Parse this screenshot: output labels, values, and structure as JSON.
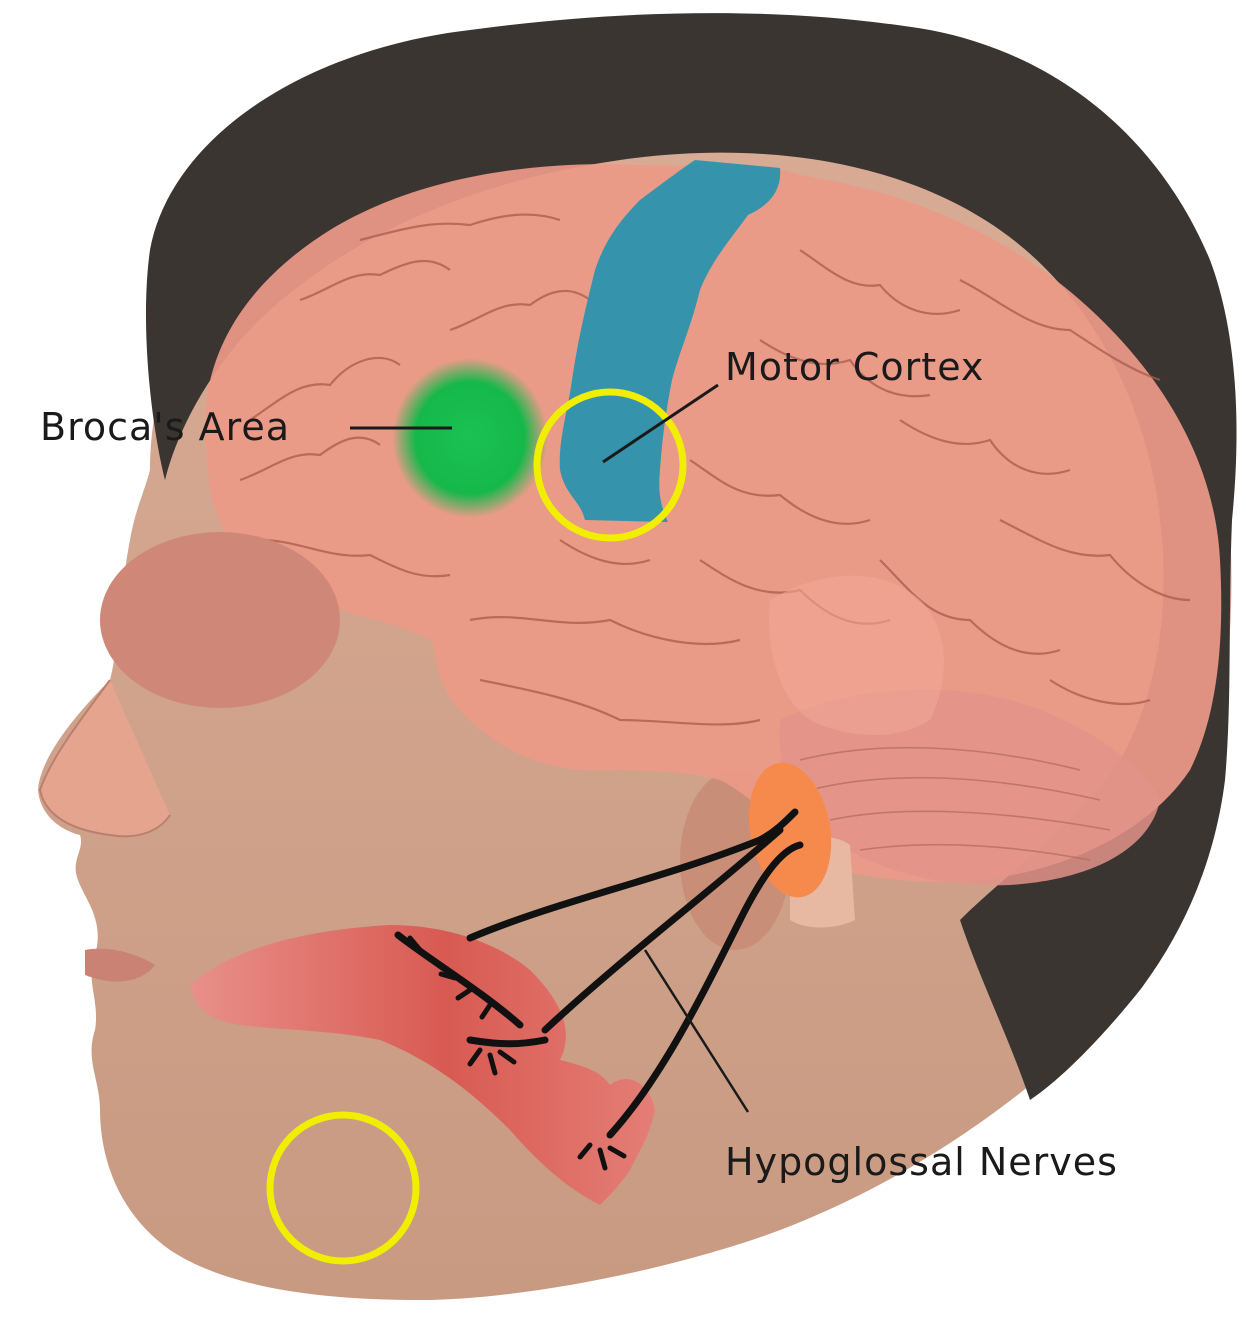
{
  "labels": {
    "broca": "Broca's Area",
    "motor": "Motor Cortex",
    "hypoglossal": "Hypoglossal Nerves"
  },
  "colors": {
    "background": "#ffffff",
    "hair": "#3b3532",
    "skin": "#d4a78f",
    "brain": "#ec9a88",
    "broca_area": "#16b84a",
    "motor_cortex": "#2b93ad",
    "brainstem_nucleus": "#f58a4c",
    "tongue": "#d95f57",
    "highlight_circle": "#f2ee00",
    "nerve": "#111111",
    "eye_mask": "#cf8877"
  }
}
